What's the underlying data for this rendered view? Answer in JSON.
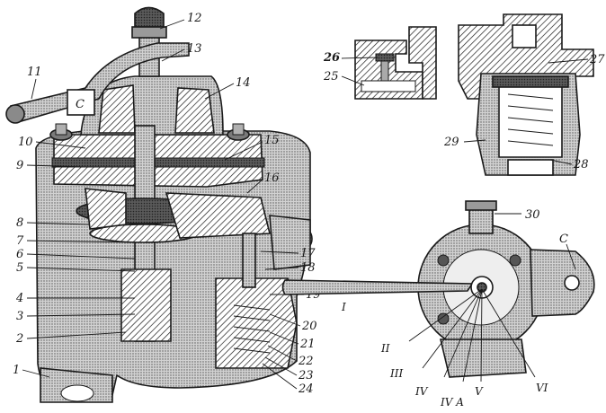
{
  "labels": {
    "n1": "1",
    "n2": "2",
    "n3": "3",
    "n4": "4",
    "n5": "5",
    "n6": "6",
    "n7": "7",
    "n8": "8",
    "n9": "9",
    "n10": "10",
    "n11": "11",
    "n12": "12",
    "n13": "13",
    "n14": "14",
    "n15": "15",
    "n16": "16",
    "n17": "17",
    "n18": "18",
    "n19": "19",
    "n20": "20",
    "n21": "21",
    "n22": "22",
    "n23": "23",
    "n24": "24",
    "n25": "25",
    "n26": "26",
    "n27": "27",
    "n28": "28",
    "n29": "29",
    "n30": "30",
    "handleC": "C",
    "flangeC": "C"
  },
  "positions": {
    "I": "I",
    "II": "II",
    "III": "III",
    "IV": "IV",
    "IVA": "IV A",
    "V": "V",
    "VI": "VI"
  }
}
